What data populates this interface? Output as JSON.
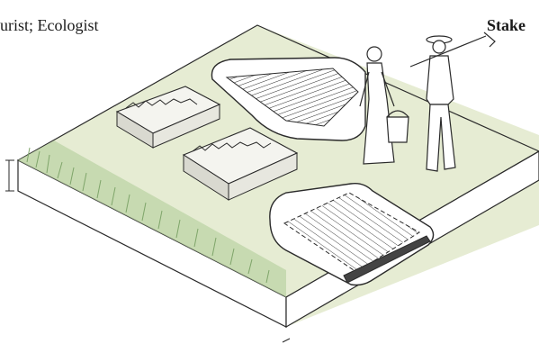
{
  "captions": {
    "left": "urist; Ecologist",
    "right": "Stake"
  },
  "illustration": {
    "elements": [
      "soil-block",
      "grass-strip",
      "rectangular-pit",
      "square-pit-with-liner",
      "compost-heap",
      "compost-heap",
      "woman-with-bucket",
      "man-with-hoe"
    ],
    "colors": {
      "ground": "#e6ecd3",
      "side_face": "#ffffff",
      "grass": "#8fb37a",
      "ink": "#2a2a2a",
      "pit_interior": "#ffffff"
    }
  }
}
